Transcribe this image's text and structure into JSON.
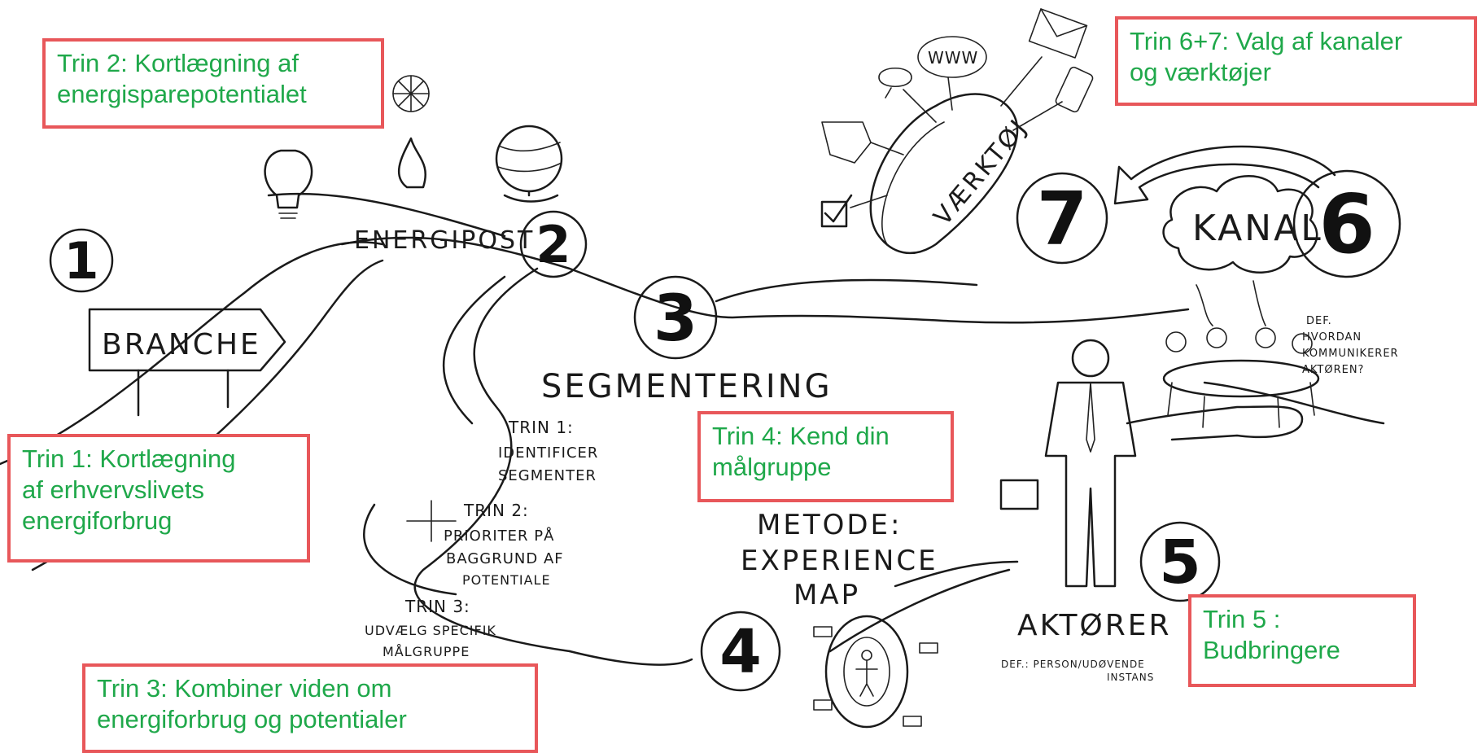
{
  "callouts": {
    "trin2": {
      "line1": "Trin 2: Kortlægning af",
      "line2": "energisparepotentialet"
    },
    "trin67": {
      "line1": "Trin 6+7: Valg af kanaler",
      "line2": "og værktøjer"
    },
    "trin1": {
      "line1": "Trin 1: Kortlægning",
      "line2": "af erhvervslivets",
      "line3": "energiforbrug"
    },
    "trin4": {
      "line1": "Trin 4: Kend din",
      "line2": "målgruppe"
    },
    "trin5": {
      "line1": "Trin 5 :",
      "line2": "Budbringere"
    },
    "trin3": {
      "line1": "Trin 3: Kombiner viden om",
      "line2": "energiforbrug og potentialer"
    }
  },
  "sketch": {
    "numbers": [
      "1",
      "2",
      "3",
      "4",
      "5",
      "6",
      "7"
    ],
    "branche": "BRANCHE",
    "energipost": "ENERGIPOST",
    "segmentering": "SEGMENTERING",
    "step1_title": "TRIN 1:",
    "step1_l1": "IDENTIFICER",
    "step1_l2": "SEGMENTER",
    "step2_title": "TRIN 2:",
    "step2_l1": "PRIORITER PÅ",
    "step2_l2": "BAGGRUND AF",
    "step2_l3": "POTENTIALE",
    "step3_title": "TRIN 3:",
    "step3_l1": "UDVÆLG SPECIFIK",
    "step3_l2": "MÅLGRUPPE",
    "metode_l1": "METODE:",
    "metode_l2": "EXPERIENCE",
    "metode_l3": "MAP",
    "aktorer": "AKTØRER",
    "aktorer_def_l1": "DEF.: PERSON/UDØVENDE",
    "aktorer_def_l2": "INSTANS",
    "kanal": "KANAL",
    "kanal_def_l1": "DEF.",
    "kanal_def_l2": "HVORDAN",
    "kanal_def_l3": "KOMMUNIKERER",
    "kanal_def_l4": "AKTØREN?",
    "vaerktoj": "VÆRKTØJ",
    "www": "WWW"
  },
  "colors": {
    "callout_border": "#e8575a",
    "callout_text": "#1fa84a",
    "ink": "#1a1a1a"
  }
}
